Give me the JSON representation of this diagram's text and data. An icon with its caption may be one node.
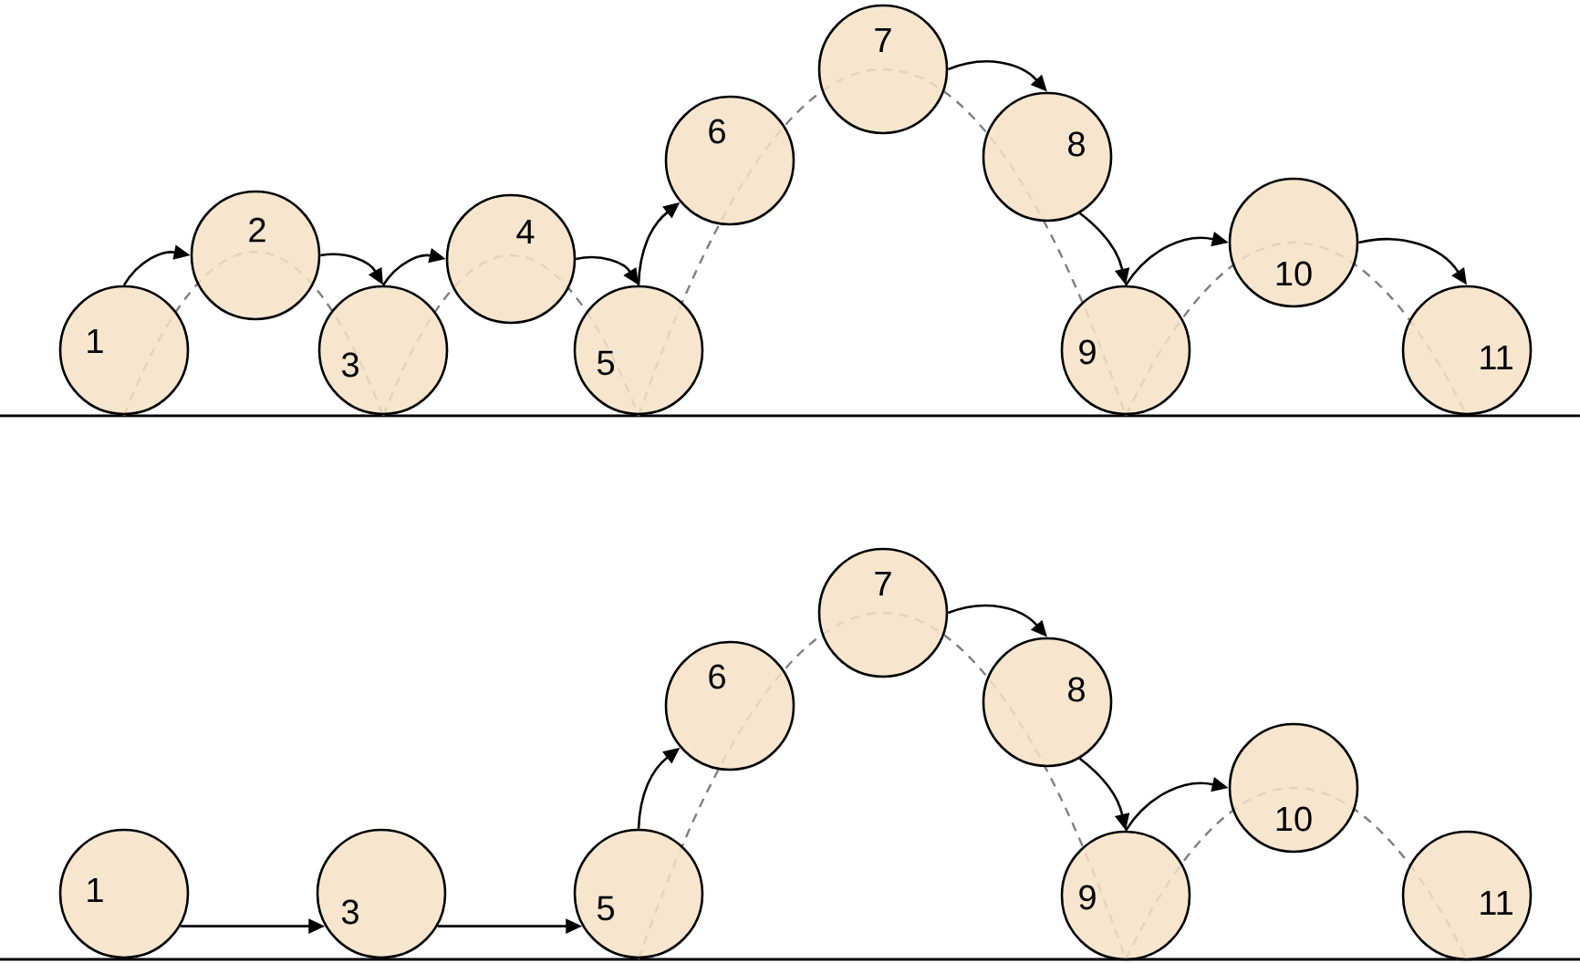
{
  "diagram": {
    "nodes": [
      {
        "text": [
          "1"
        ]
      },
      {
        "text": [
          "2"
        ]
      },
      {
        "text": [
          "3"
        ]
      },
      {
        "text": [
          "4"
        ]
      },
      {
        "text": [
          "5"
        ]
      },
      {
        "text": [
          "6"
        ]
      },
      {
        "text": [
          "7"
        ]
      },
      {
        "text": [
          "8"
        ]
      },
      {
        "text": [
          "9"
        ]
      },
      {
        "text": [
          "10"
        ]
      },
      {
        "text": [
          "11"
        ]
      },
      {
        "text": [
          "1"
        ]
      },
      {
        "text": [
          "3"
        ]
      },
      {
        "text": [
          "5"
        ]
      },
      {
        "text": [
          "6"
        ]
      },
      {
        "text": [
          "7"
        ]
      },
      {
        "text": [
          "8"
        ]
      },
      {
        "text": [
          "9"
        ]
      },
      {
        "text": [
          "10"
        ]
      },
      {
        "text": [
          "11"
        ]
      }
    ],
    "edges": [
      {
        "from": 0,
        "to": 1,
        "arrow": "to"
      },
      {
        "from": 1,
        "to": 2,
        "arrow": "to"
      },
      {
        "from": 2,
        "to": 3,
        "arrow": "to"
      },
      {
        "from": 3,
        "to": 4,
        "arrow": "to"
      },
      {
        "from": 4,
        "to": 5,
        "arrow": "to"
      },
      {
        "from": 6,
        "to": 7,
        "arrow": "to"
      },
      {
        "from": 7,
        "to": 8,
        "arrow": "to"
      },
      {
        "from": 8,
        "to": 9,
        "arrow": "to"
      },
      {
        "from": 9,
        "to": 10,
        "arrow": "to"
      },
      {
        "from": 11,
        "to": 12,
        "arrow": "to"
      },
      {
        "from": 12,
        "to": 13,
        "arrow": "to"
      },
      {
        "from": 13,
        "to": 14,
        "arrow": "to"
      },
      {
        "from": 15,
        "to": 16,
        "arrow": "to"
      },
      {
        "from": 16,
        "to": 17,
        "arrow": "to"
      },
      {
        "from": 17,
        "to": 18,
        "arrow": "to"
      }
    ]
  }
}
